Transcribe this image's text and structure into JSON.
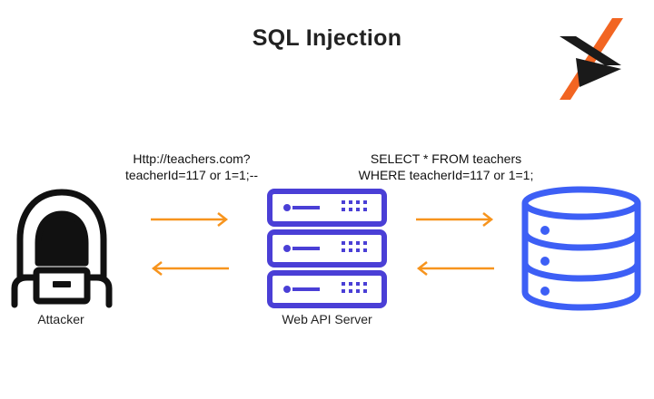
{
  "title": "SQL Injection",
  "request": {
    "line1": "Http://teachers.com?",
    "line2": "teacherId=117 or 1=1;--"
  },
  "query": {
    "line1": "SELECT * FROM teachers",
    "line2": "WHERE teacherId=117 or 1=1;"
  },
  "nodes": {
    "attacker": "Attacker",
    "server": "Web API Server"
  },
  "colors": {
    "arrow": "#f7941d",
    "server": "#4a3fd6",
    "database": "#3d5ff5",
    "logo_orange": "#f26522",
    "logo_dark": "#1a1a1a"
  },
  "icons": [
    "hooded-attacker-icon",
    "server-rack-icon",
    "database-icon",
    "brand-logo"
  ]
}
